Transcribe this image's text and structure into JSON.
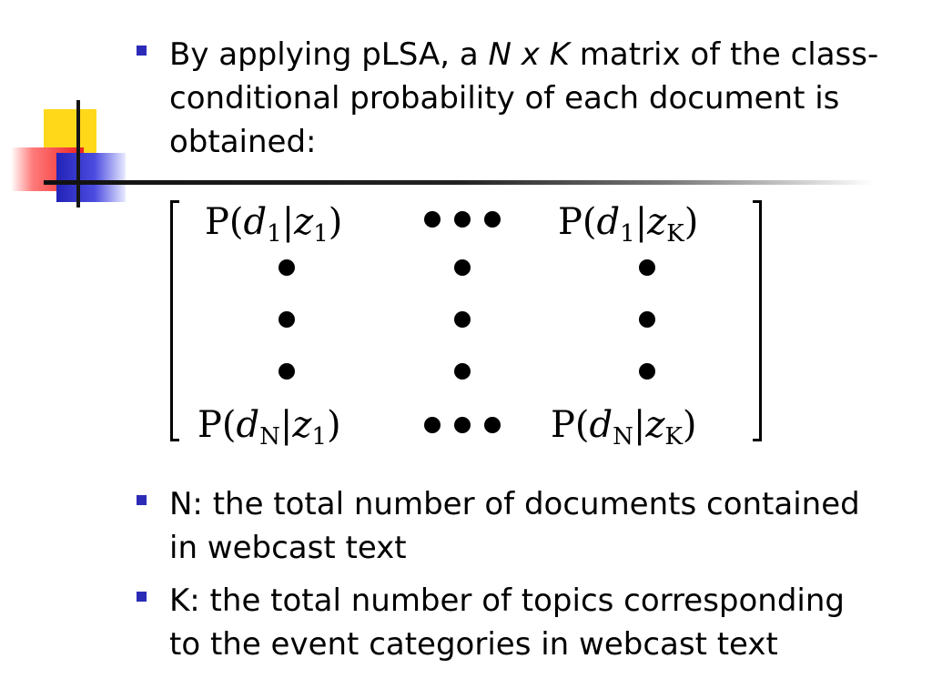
{
  "bullets": {
    "b1": {
      "pre": "By applying pLSA, a ",
      "var_n": "N",
      "var_x": "x",
      "var_k": "K",
      "post1": " matrix of the class-",
      "line2": "conditional probability of each document is",
      "line3": "obtained:"
    },
    "b2": {
      "line1": "N: the total number of documents contained",
      "line2": "in webcast text"
    },
    "b3": {
      "line1": "K: the total number of topics corresponding",
      "line2": "to the event categories in webcast text"
    }
  },
  "matrix": {
    "top_left": {
      "p": "P(",
      "d": "d",
      "d_sub": "1",
      "bar": "|",
      "z": "z",
      "z_sub": "1",
      "close": ")"
    },
    "top_right": {
      "p": "P(",
      "d": "d",
      "d_sub": "1",
      "bar": "|",
      "z": "z",
      "z_sub": "K",
      "close": ")"
    },
    "bottom_left": {
      "p": "P(",
      "d": "d",
      "d_sub": "N",
      "bar": "|",
      "z": "z",
      "z_sub": "1",
      "close": ")"
    },
    "bottom_right": {
      "p": "P(",
      "d": "d",
      "d_sub": "N",
      "bar": "|",
      "z": "z",
      "z_sub": "K",
      "close": ")"
    }
  }
}
